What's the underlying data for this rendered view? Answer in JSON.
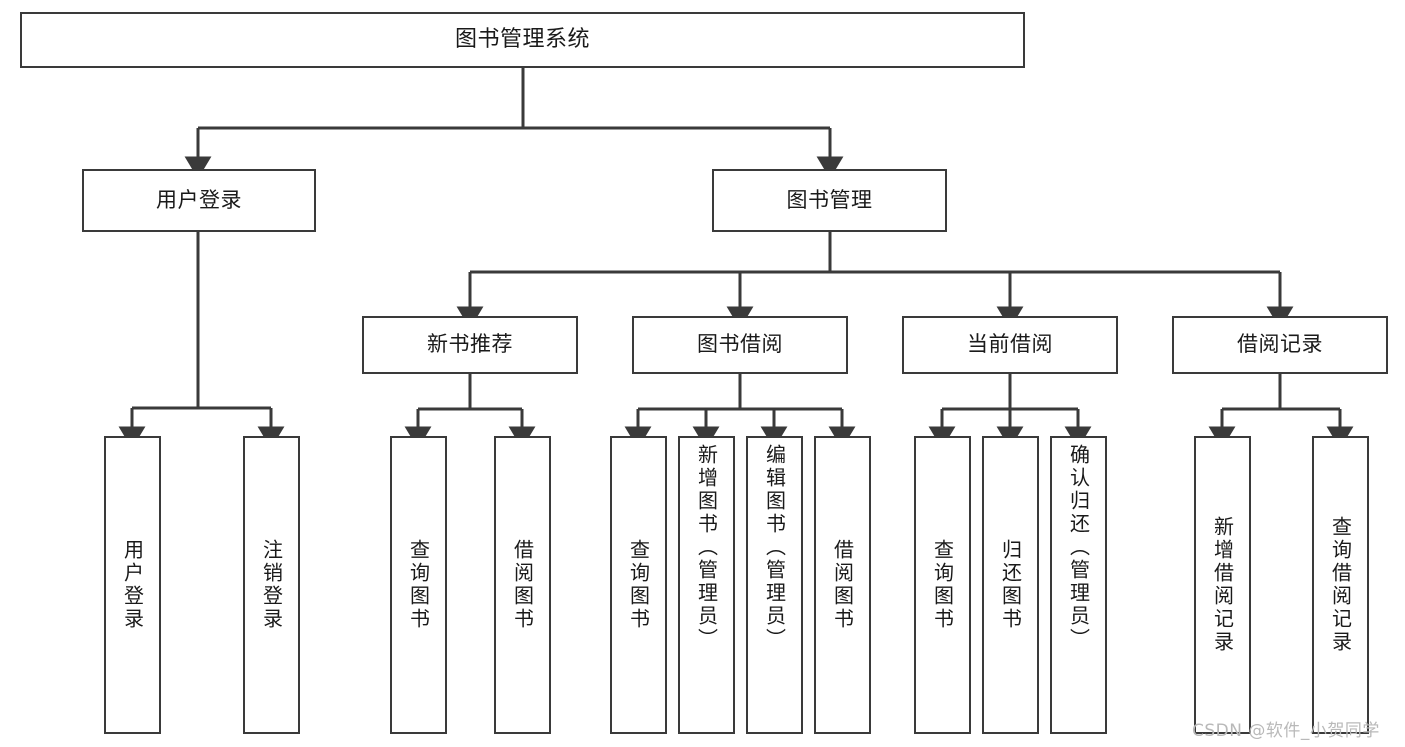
{
  "diagram": {
    "title": "图书管理系统",
    "type": "tree",
    "orientation": "top-down",
    "colors": {
      "box_border": "#3a3a3a",
      "box_fill": "#ffffff",
      "connector": "#3a3a3a",
      "text": "#1a1a1a",
      "watermark": "#b9b9b9",
      "background": "#ffffff"
    },
    "root": {
      "id": "root",
      "label": "图书管理系统",
      "text_direction": "horizontal"
    },
    "level2": [
      {
        "id": "user-login",
        "label": "用户登录",
        "text_direction": "horizontal"
      },
      {
        "id": "book-management",
        "label": "图书管理",
        "text_direction": "horizontal"
      }
    ],
    "level3": [
      {
        "id": "new-book-recommend",
        "label": "新书推荐",
        "parent": "book-management",
        "text_direction": "horizontal"
      },
      {
        "id": "book-borrow",
        "label": "图书借阅",
        "parent": "book-management",
        "text_direction": "horizontal"
      },
      {
        "id": "current-borrow",
        "label": "当前借阅",
        "parent": "book-management",
        "text_direction": "horizontal"
      },
      {
        "id": "borrow-record",
        "label": "借阅记录",
        "parent": "book-management",
        "text_direction": "horizontal"
      }
    ],
    "leaves": [
      {
        "id": "leaf-user-login",
        "label": "用户登录",
        "parent": "user-login",
        "text_direction": "vertical"
      },
      {
        "id": "leaf-user-logout",
        "label": "注销登录",
        "parent": "user-login",
        "text_direction": "vertical"
      },
      {
        "id": "leaf-rec-query-book",
        "label": "查询图书",
        "parent": "new-book-recommend",
        "text_direction": "vertical"
      },
      {
        "id": "leaf-rec-borrow-book",
        "label": "借阅图书",
        "parent": "new-book-recommend",
        "text_direction": "vertical"
      },
      {
        "id": "leaf-borrow-query-book",
        "label": "查询图书",
        "parent": "book-borrow",
        "text_direction": "vertical"
      },
      {
        "id": "leaf-borrow-add-book",
        "label": "新增图书（管理员）",
        "parent": "book-borrow",
        "text_direction": "vertical"
      },
      {
        "id": "leaf-borrow-edit-book",
        "label": "编辑图书（管理员）",
        "parent": "book-borrow",
        "text_direction": "vertical"
      },
      {
        "id": "leaf-borrow-lend-book",
        "label": "借阅图书",
        "parent": "book-borrow",
        "text_direction": "vertical"
      },
      {
        "id": "leaf-current-query-book",
        "label": "查询图书",
        "parent": "current-borrow",
        "text_direction": "vertical"
      },
      {
        "id": "leaf-current-return-book",
        "label": "归还图书",
        "parent": "current-borrow",
        "text_direction": "vertical"
      },
      {
        "id": "leaf-current-confirm-return",
        "label": "确认归还（管理员）",
        "parent": "current-borrow",
        "text_direction": "vertical"
      },
      {
        "id": "leaf-record-add",
        "label": "新增借阅记录",
        "parent": "borrow-record",
        "text_direction": "vertical"
      },
      {
        "id": "leaf-record-query",
        "label": "查询借阅记录",
        "parent": "borrow-record",
        "text_direction": "vertical"
      }
    ]
  },
  "watermark": {
    "text": "CSDN @软件_小贺同学"
  }
}
